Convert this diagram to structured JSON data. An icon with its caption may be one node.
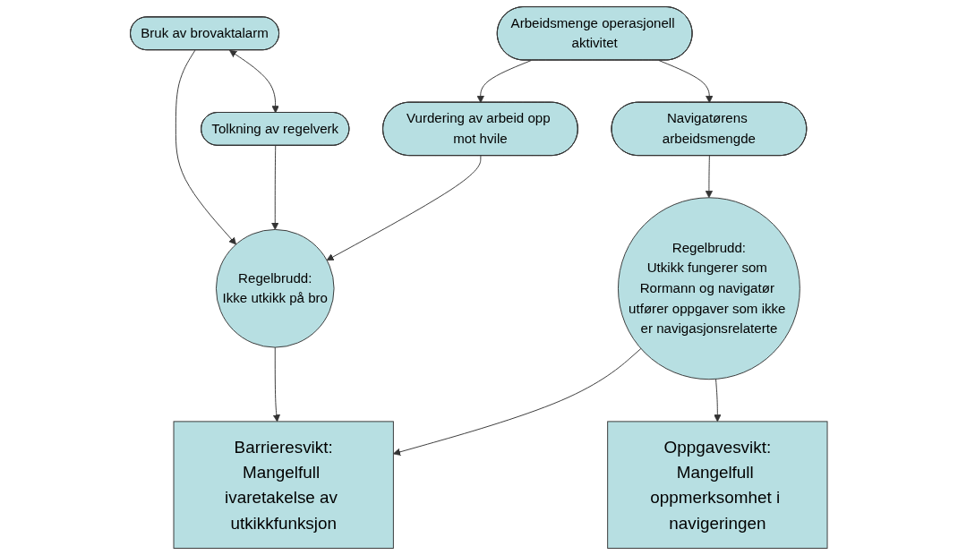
{
  "diagram": {
    "nodes": [
      {
        "text": [
          "Arbeidsmenge operasjonell aktivitet"
        ]
      },
      {
        "text": [
          "Bruk av brovaktalarm"
        ]
      },
      {
        "text": [
          "Tolkning av regelverk"
        ]
      },
      {
        "text": [
          "Vurdering av arbeid opp mot hvile"
        ]
      },
      {
        "text": [
          "Navigatørens arbeidsmengde"
        ]
      },
      {
        "text": [
          "Regelbrudd:",
          "Ikke utkikk på bro"
        ]
      },
      {
        "text": [
          "Regelbrudd:",
          "Utkikk fungerer som Rormann og navigatør utfører oppgaver som ikke er navigasjonsrelaterte"
        ]
      },
      {
        "text": [
          "Barrieresvikt:",
          "Mangelfull ivaretakelse av utkikkfunksjon"
        ]
      },
      {
        "text": [
          "Oppgavesvikt:",
          "Mangelfull oppmerksomhet i navigeringen"
        ]
      }
    ],
    "edges": [
      {
        "from": 0,
        "to": 3,
        "arrow": "to"
      },
      {
        "from": 0,
        "to": 4,
        "arrow": "to"
      },
      {
        "from": 1,
        "to": 2,
        "arrow": "both"
      },
      {
        "from": 1,
        "to": 5,
        "arrow": "to"
      },
      {
        "from": 2,
        "to": 5,
        "arrow": "to"
      },
      {
        "from": 3,
        "to": 5,
        "arrow": "to"
      },
      {
        "from": 4,
        "to": 6,
        "arrow": "to"
      },
      {
        "from": 5,
        "to": 7,
        "arrow": "to"
      },
      {
        "from": 6,
        "to": 7,
        "arrow": "to"
      },
      {
        "from": 6,
        "to": 8,
        "arrow": "to"
      }
    ]
  }
}
